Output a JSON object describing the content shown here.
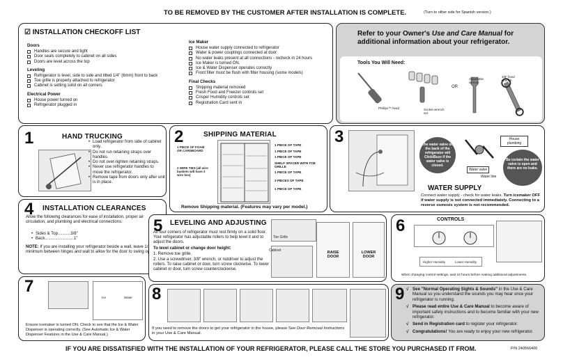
{
  "header": {
    "title": "TO BE REMOVED BY THE CUSTOMER AFTER INSTALLATION IS COMPLETE.",
    "note": "(Turn to other side for Spanish version.)"
  },
  "checkoff": {
    "title": "INSTALLATION CHECKOFF LIST",
    "sections_left": [
      {
        "heading": "Doors",
        "items": [
          "Handles are secure and tight",
          "Door seals completely to cabinet on all sides",
          "Doors are level across the top"
        ]
      },
      {
        "heading": "Leveling",
        "items": [
          "Refrigerator is level, side to side and tilted 1/4\" (6mm) front to back",
          "Toe grille is properly attached to refrigerator",
          "Cabinet is setting solid on all corners"
        ]
      },
      {
        "heading": "Electrical Power",
        "items": [
          "House power turned on",
          "Refrigerator plugged in"
        ]
      }
    ],
    "sections_right": [
      {
        "heading": "Ice Maker",
        "items": [
          "House water supply connected to refrigerator",
          "Water & power couplings connected at door",
          "No water leaks present at all connections - recheck in 24 hours",
          "Ice Maker is turned ON.",
          "Ice & Water Dispenser operates correctly",
          "Front filter must be flush with filter housing (some models)"
        ]
      },
      {
        "heading": "Final Checks",
        "items": [
          "Shipping material removed",
          "Fresh Food and Freezer controls set",
          "Crisper Humidity controls set",
          "Registration Card sent in"
        ]
      }
    ]
  },
  "owners": {
    "line1_a": "Refer to your Owner's ",
    "line1_b": "Use and Care Manual",
    "line1_c": " for",
    "line2": "additional information about your refrigerator."
  },
  "tools": {
    "title": "Tools You Will Need:",
    "labels": [
      "Phillips™ head",
      "Socket wrench set",
      "OR",
      "Adjustable wrench",
      "3/8\" fixed wrench"
    ]
  },
  "s1": {
    "num": "1",
    "title": "HAND TRUCKING",
    "bullets": [
      "Load refrigerator from side of cabinet only.",
      "Do not run retaining straps over handles.",
      "Do not over-tighten retaining straps.",
      "Never use refrigerator handles to move the refrigerator.",
      "Remove tape from doors only after unit is in place."
    ]
  },
  "s2": {
    "num": "2",
    "title": "SHIPPING MATERIAL",
    "labels_left": [
      "1 PIECE OF FOAM OR CARDBOARD",
      "2 WIRE TIES (all wire baskets will have 2 wire ties)"
    ],
    "labels_right": [
      "1 PIECE OF TAPE",
      "1 PIECE OF TAPE",
      "1 PIECE OF TAPE",
      "SHELF SPACER WITH TOE GRILLE",
      "1 PIECE OF TAPE",
      "3 PIECES OF TAPE",
      "1 PIECE OF TAPE"
    ],
    "caption": "Remove Shipping material. (Features may vary per model.)"
  },
  "s3": {
    "num": "3",
    "callouts": [
      "The water valve on the back of the refrigerator will Click/Buzz if the water valve is closed.",
      "Be certain the water valve is open and there are no leaks."
    ],
    "labels": [
      "House plumbing",
      "Water valve",
      "Water line"
    ],
    "title": "WATER SUPPLY",
    "text_a": "Connect water supply - check for water leaks. ",
    "text_b": "Turn icemaker OFF if water supply is not connected immediately. Connecting to a reverse osmosis system is not recommended."
  },
  "s4": {
    "num": "4",
    "title": "INSTALLATION CLEARANCES",
    "text": "Allow the following clearances for ease of installation, proper air circulation, and plumbing and electrical connections:",
    "clear1": "Sides & Top...........3/8\"",
    "clear2": "Back.........................1\"",
    "note_label": "NOTE:",
    "note": " If you are installing your refrigerator beside a wall, leave 1/2\" minimum between hinges and wall to allow for the door to swing open."
  },
  "s5": {
    "num": "5",
    "title": "LEVELING AND ADJUSTING",
    "text1": "All four corners of refrigerator must rest firmly on a solid floor. Your refrigerator has adjustable rollers to help level it and to adjust the doors.",
    "sub": "To level cabinet or change door height:",
    "steps": [
      "1. Remove toe grille.",
      "2. Use a screwdriver, 3/8\" wrench, or nutdriver to adjust the rollers. To raise cabinet or door, turn screw clockwise. To lower cabinet or door, turn screw counterclockwise."
    ],
    "labels": [
      "Toe Grille",
      "Cabinet",
      "RAISE DOOR",
      "LOWER DOOR"
    ]
  },
  "s6": {
    "num": "6",
    "title": "CONTROLS",
    "labels": [
      "Higher Humidity",
      "Lower Humidity"
    ],
    "caption": "When changing control settings, wait 24 hours before making additional adjustments."
  },
  "s7": {
    "num": "7",
    "labels": [
      "Ice",
      "Water"
    ],
    "caption": "Ensure icemaker is turned ON. Check to see that the Ice & Water Dispenser is operating correctly. (See Automatic Ice & Water Dispenser Features in the Use & Care Manual.)"
  },
  "s8": {
    "num": "8",
    "caption_a": "If you need to remove the doors to get your refrigerator in the house, please See ",
    "caption_b": "Door Removal Instructions",
    "caption_c": " in your Use & Care Manual."
  },
  "s9": {
    "num": "9",
    "items": [
      {
        "bold": "See \"Normal Operating Sights & Sounds\"",
        "rest": " in the Use & Care Manual so you understand the sounds you may hear once your refrigerator is running."
      },
      {
        "bold": "Please read entire Use & Care Manual",
        "rest": " to become aware of important safety instructions and to become familiar with your new refrigerator."
      },
      {
        "bold": "Send in Registration card",
        "rest": " to register your refrigerator."
      },
      {
        "bold": "Congratulations!",
        "rest": " You are ready to enjoy your new refrigerator."
      }
    ]
  },
  "footer": {
    "text": "IF YOU ARE DISSATISFIED WITH THE INSTALLATION OF YOUR REFRIGERATOR, PLEASE CALL THE STORE YOU PURCHASED IT FROM.",
    "pn": "P/N  240566400"
  }
}
